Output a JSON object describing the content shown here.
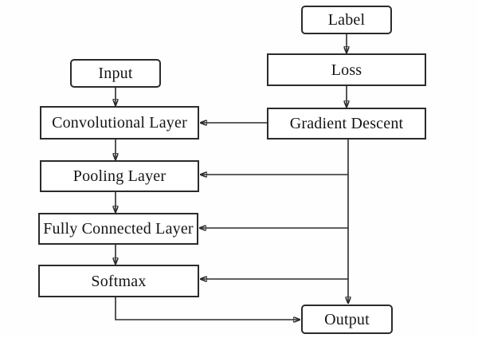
{
  "diagram": {
    "description": "Flowchart of a convolutional neural network training loop",
    "colors": {
      "background": "#fefefe",
      "box_fill": "#ffffff",
      "box_border": "#2b2b2b",
      "line": "#2b2b2b",
      "text": "#151515"
    },
    "nodes": [
      {
        "id": "label",
        "label": "Label",
        "shape": "rounded"
      },
      {
        "id": "loss",
        "label": "Loss",
        "shape": "rect"
      },
      {
        "id": "gradient-descent",
        "label": "Gradient Descent",
        "shape": "rect"
      },
      {
        "id": "input",
        "label": "Input",
        "shape": "rounded"
      },
      {
        "id": "conv",
        "label": "Convolutional Layer",
        "shape": "rect"
      },
      {
        "id": "pooling",
        "label": "Pooling Layer",
        "shape": "rect"
      },
      {
        "id": "fc",
        "label": "Fully Connected Layer",
        "shape": "rect"
      },
      {
        "id": "softmax",
        "label": "Softmax",
        "shape": "rect"
      },
      {
        "id": "output",
        "label": "Output",
        "shape": "rounded"
      }
    ],
    "edges": [
      {
        "from": "label",
        "to": "loss"
      },
      {
        "from": "loss",
        "to": "gradient-descent"
      },
      {
        "from": "input",
        "to": "conv"
      },
      {
        "from": "conv",
        "to": "pooling"
      },
      {
        "from": "pooling",
        "to": "fc"
      },
      {
        "from": "fc",
        "to": "softmax"
      },
      {
        "from": "gradient-descent",
        "to": "conv"
      },
      {
        "from": "gradient-descent",
        "to": "pooling"
      },
      {
        "from": "gradient-descent",
        "to": "fc"
      },
      {
        "from": "gradient-descent",
        "to": "softmax"
      },
      {
        "from": "gradient-descent",
        "to": "output"
      },
      {
        "from": "softmax",
        "to": "output"
      }
    ]
  }
}
